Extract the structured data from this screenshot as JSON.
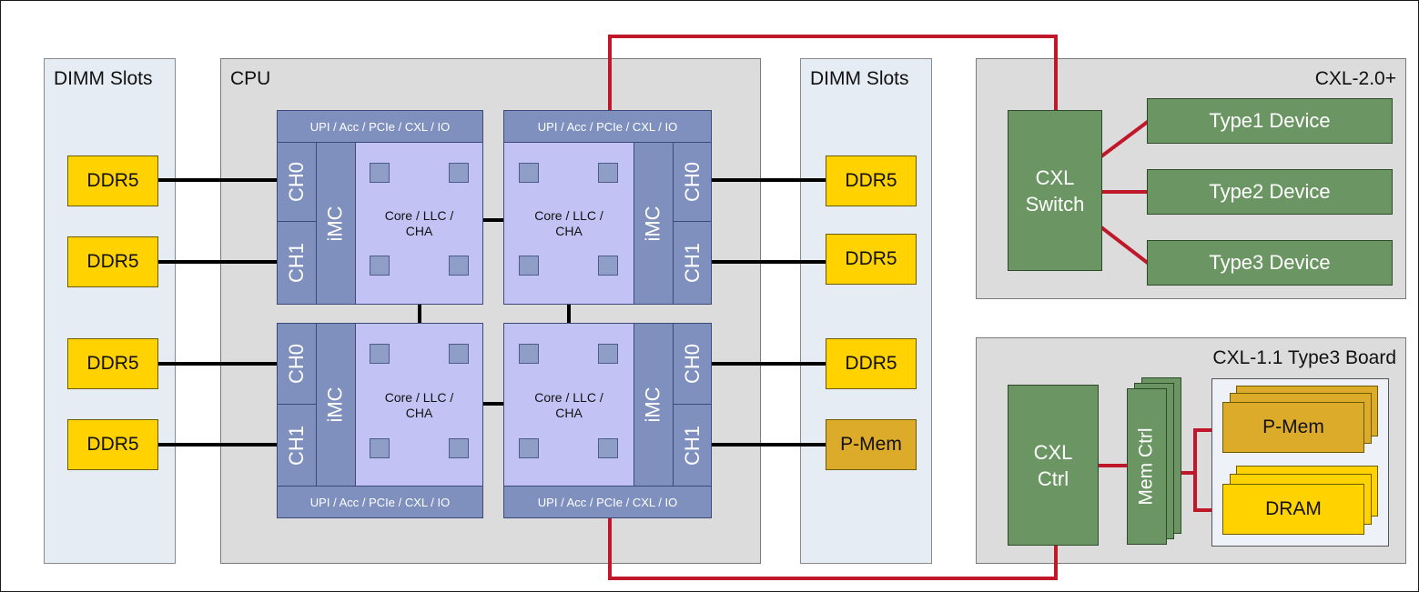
{
  "left_slots": {
    "title": "DIMM Slots",
    "modules": [
      "DDR5",
      "DDR5",
      "DDR5",
      "DDR5"
    ]
  },
  "right_slots": {
    "title": "DIMM Slots",
    "modules": [
      "DDR5",
      "DDR5",
      "DDR5",
      "P-Mem"
    ]
  },
  "cpu": {
    "title": "CPU",
    "io_bar_label": "UPI / Acc / PCIe / CXL / IO",
    "channel_labels": [
      "CH0",
      "CH1"
    ],
    "imc_label": "iMC",
    "core_label_line1": "Core / LLC /",
    "core_label_line2": "CHA"
  },
  "cxl20": {
    "title": "CXL-2.0+",
    "switch_label_line1": "CXL",
    "switch_label_line2": "Switch",
    "devices": [
      "Type1 Device",
      "Type2 Device",
      "Type3 Device"
    ]
  },
  "cxl11": {
    "title": "CXL-1.1 Type3 Board",
    "ctrl_label_line1": "CXL",
    "ctrl_label_line2": "Ctrl",
    "mem_ctrl_label": "Mem Ctrl",
    "pmem_label": "P-Mem",
    "dram_label": "DRAM"
  },
  "colors": {
    "cxl_link": "#c0182a",
    "ddr_link": "#000000",
    "ddr5": "#ffd200",
    "pmem": "#ddab2a",
    "cxl_device": "#6b9663",
    "cpu_block": "#7f90bf",
    "core": "#c2c2f4"
  }
}
